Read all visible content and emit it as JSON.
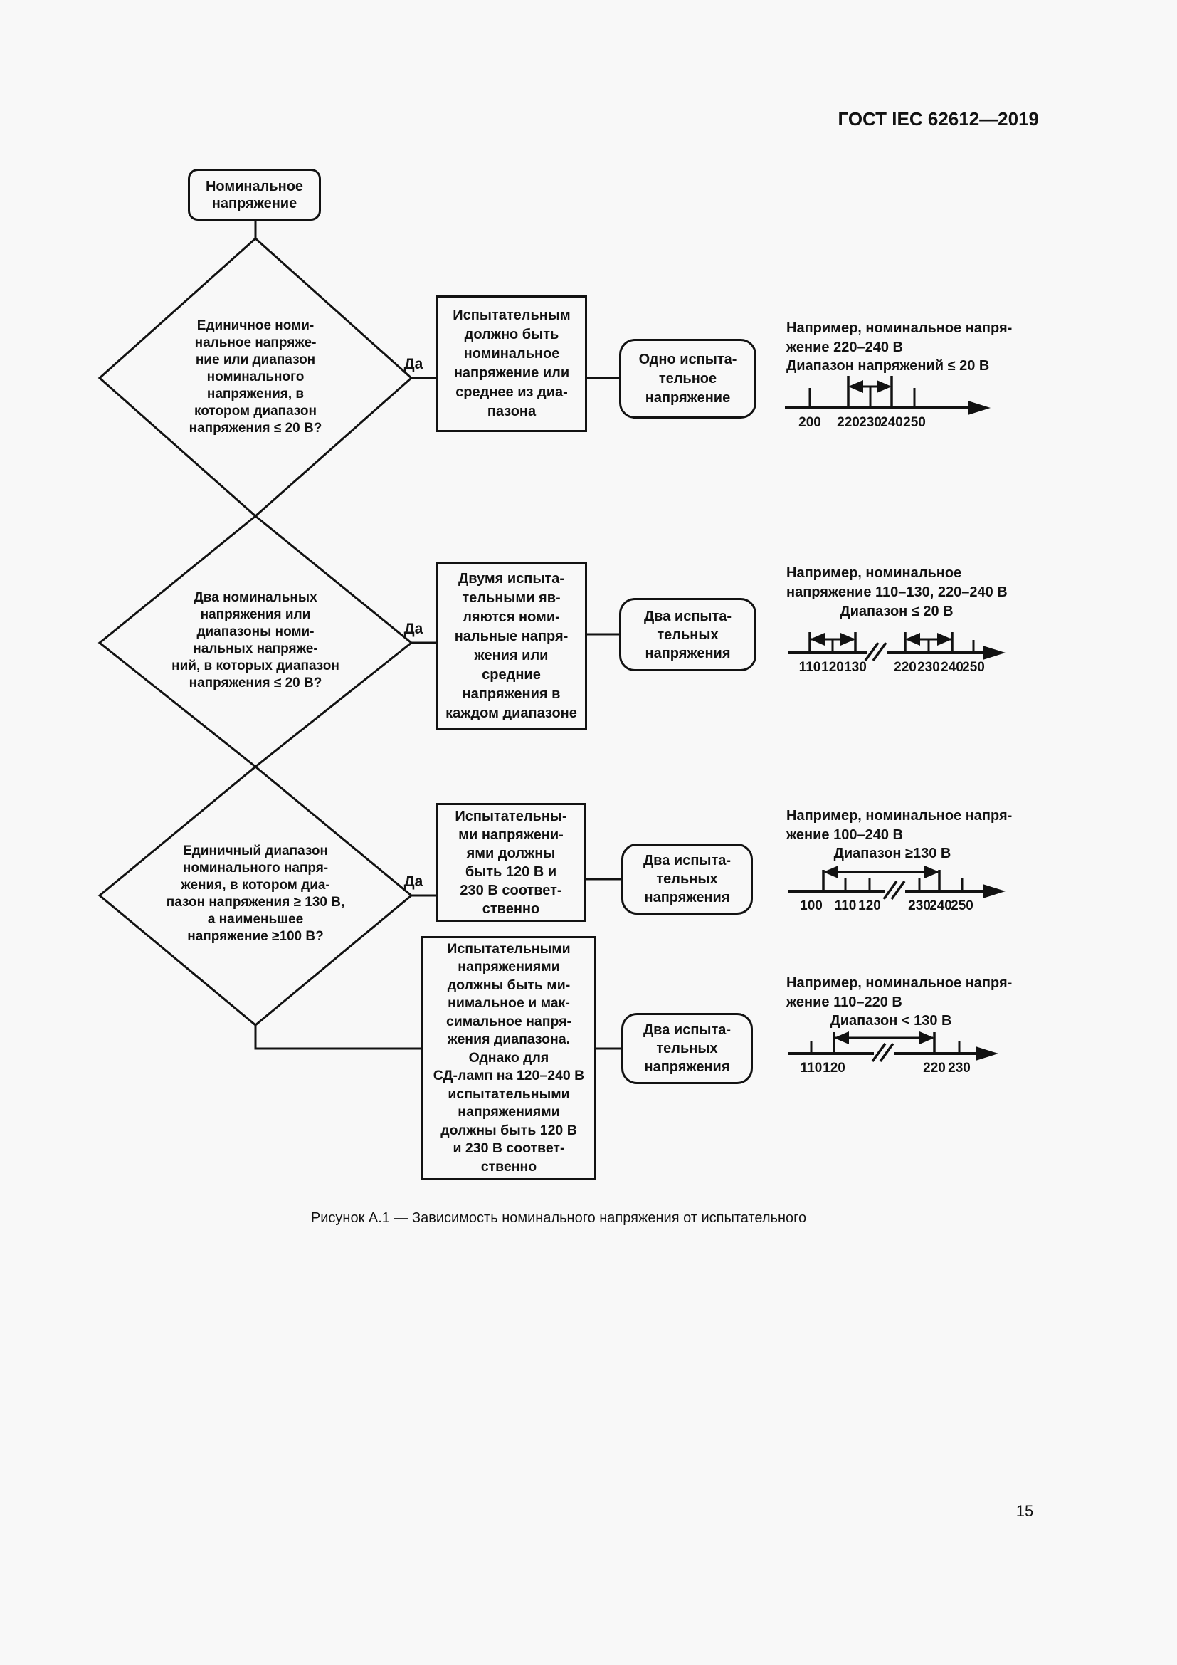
{
  "header": {
    "title": "ГОСТ IEC 62612—2019"
  },
  "flowchart": {
    "start": "Номинальное\nнапряжение",
    "decisions": [
      {
        "question": "Единичное номи-\nнальное напряже-\nние или диапазон\nноминального\nнапряжения, в\nкотором диапазон\nнапряжения ≤ 20 В?",
        "yes": "Да"
      },
      {
        "question": "Два номинальных\nнапряжения или\nдиапазоны номи-\nнальных напряже-\nний, в которых диапазон\nнапряжения ≤ 20 В?",
        "yes": "Да"
      },
      {
        "question": "Единичный диапазон\nноминального напря-\nжения, в котором диа-\nпазон напряжения ≥ 130 В,\nа наименьшее\nнапряжение ≥100 В?",
        "yes": "Да"
      }
    ],
    "actions": [
      "Испытательным\nдолжно быть\nноминальное\nнапряжение или\nсреднее из диа-\nпазона",
      "Двумя испыта-\nтельными яв-\nляются номи-\nнальные напря-\nжения или\nсредние\nнапряжения в\nкаждом диапазоне",
      "Испытательны-\nми напряжени-\nями должны\nбыть 120 В и\n230 В соответ-\nственно",
      "Испытательными\nнапряжениями\nдолжны быть ми-\nнимальное и мак-\nсимальное напря-\nжения диапазона.\nОднако для\nСД-ламп на 120–240 В\nиспытательными\nнапряжениями\nдолжны быть 120 В\nи 230 В соответ-\nственно"
    ],
    "results": [
      "Одно испыта-\nтельное\nнапряжение",
      "Два испыта-\nтельных\nнапряжения",
      "Два испыта-\nтельных\nнапряжения",
      "Два испыта-\nтельных\nнапряжения"
    ],
    "examples": [
      {
        "intro": "Например, номинальное напря-\nжение 220–240 В",
        "range": "Диапазон напряжений ≤ 20 В",
        "ticks": [
          "200",
          "220",
          "230",
          "240",
          "250"
        ]
      },
      {
        "intro": "Например, номинальное\nнапряжение 110–130, 220–240 В",
        "range": "Диапазон ≤ 20 В",
        "ticks": [
          "110",
          "120",
          "130",
          "220",
          "230",
          "240",
          "250"
        ]
      },
      {
        "intro": "Например, номинальное напря-\nжение 100–240 В",
        "range": "Диапазон ≥130 В",
        "ticks": [
          "100",
          "110",
          "120",
          "230",
          "240",
          "250"
        ]
      },
      {
        "intro": "Например, номинальное напря-\nжение 110–220 В",
        "range": "Диапазон < 130 В",
        "ticks": [
          "110",
          "120",
          "220",
          "230"
        ]
      }
    ]
  },
  "caption": "Рисунок А.1 — Зависимость номинального напряжения от испытательного",
  "page_number": "15",
  "colors": {
    "ink": "#121212",
    "paper": "#f8f8f8"
  }
}
